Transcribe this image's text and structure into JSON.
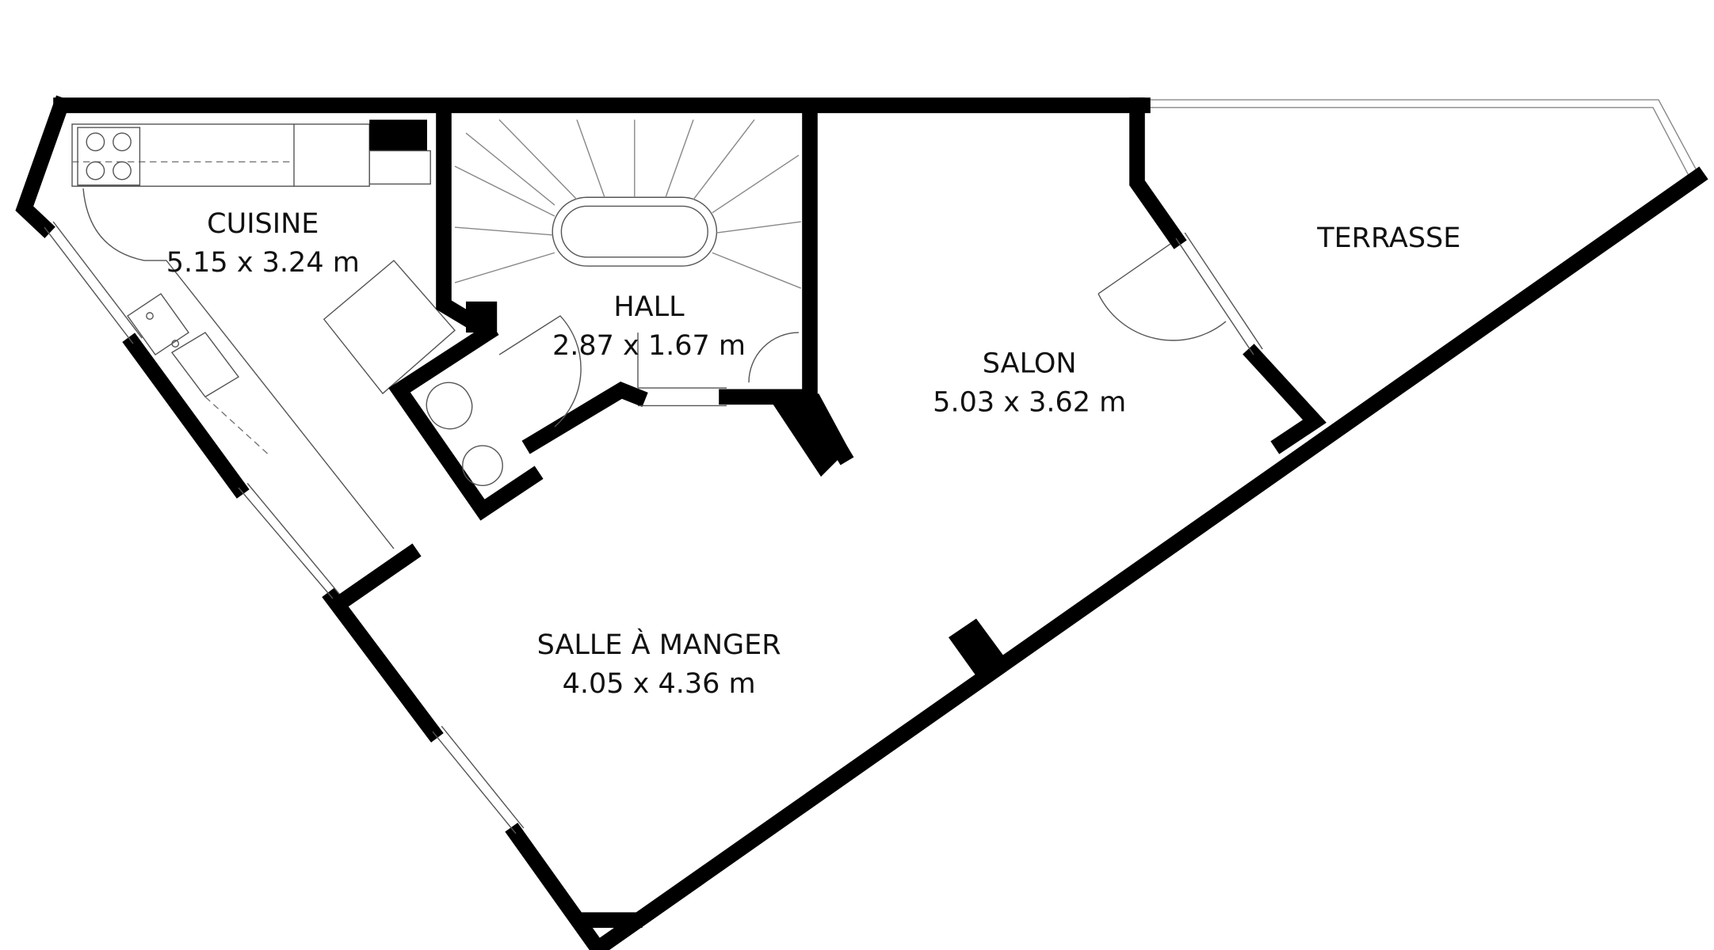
{
  "rooms": [
    {
      "name": "CUISINE",
      "size": "5.15 x 3.24 m"
    },
    {
      "name": "HALL",
      "size": "2.87 x 1.67 m"
    },
    {
      "name": "SALON",
      "size": "5.03 x 3.62 m"
    },
    {
      "name": "TERRASSE"
    },
    {
      "name": "SALLE À MANGER",
      "size": "4.05 x 4.36 m"
    }
  ],
  "colors": {
    "wall": "#000000",
    "background": "#ffffff"
  }
}
